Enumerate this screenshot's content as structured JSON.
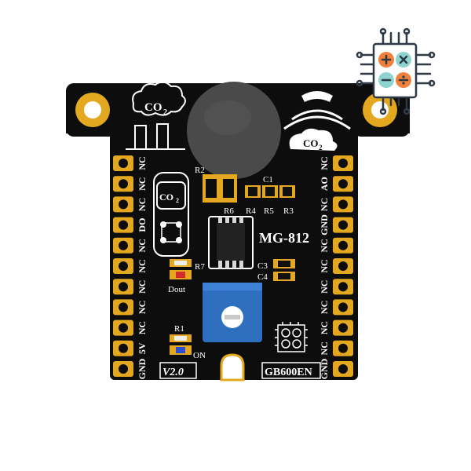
{
  "colors": {
    "pcb": "#0d0d0d",
    "pcb_edge": "#1c1c1c",
    "gold": "#e3a820",
    "gold_dark": "#b57d10",
    "silk": "#ffffff",
    "sensor_body": "#4a4a4a",
    "pot_blue": "#2f6fc0",
    "led_red": "#d42a2a",
    "led_blue": "#2a4fd4",
    "logo_teal": "#8fd3cf",
    "logo_orange": "#f0803a",
    "logo_dark": "#2e3846"
  },
  "board": {
    "left_header_labels": [
      "NC",
      "NC",
      "NC",
      "DO",
      "NC",
      "NC",
      "NC",
      "NC",
      "NC",
      "5V",
      "GND"
    ],
    "right_header_labels": [
      "NC",
      "AO",
      "NC",
      "GND",
      "NC",
      "NC",
      "NC",
      "NC",
      "NC",
      "NC",
      "GND"
    ],
    "chip_label": "MG-812",
    "version": "V2.0",
    "model": "GB600EN",
    "co2_text": "CO",
    "co2_sub": "2",
    "component_labels": {
      "r1": "R1",
      "r2": "R2",
      "r3": "R3",
      "r4": "R4",
      "r5": "R5",
      "r6": "R6",
      "r7": "R7",
      "c1": "C1",
      "c3": "C3",
      "c4": "C4",
      "dout": "Dout",
      "on": "ON"
    },
    "icons": [
      "factory-co2-icon",
      "co2-cloud-signal-icon",
      "co2-badge-icon",
      "dots-grid-icon",
      "calculator-chip-icon"
    ]
  }
}
